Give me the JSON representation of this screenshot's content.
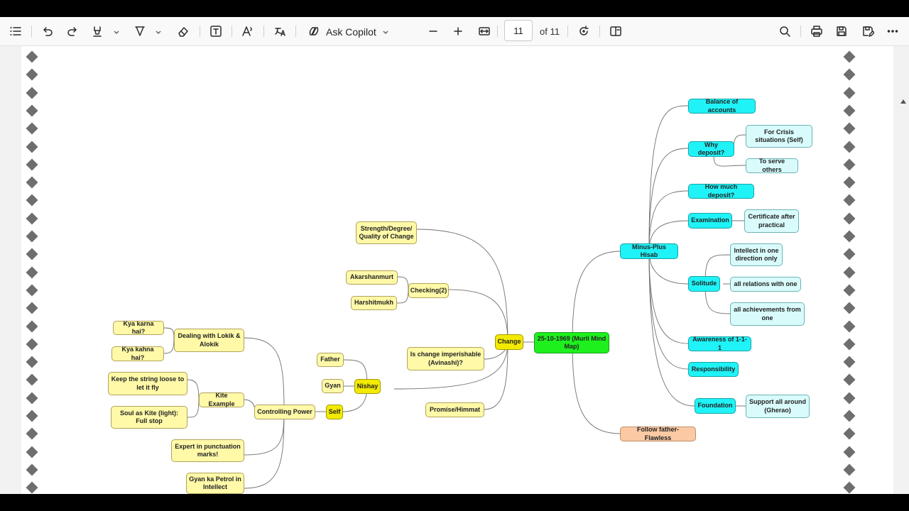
{
  "toolbar": {
    "ask_copilot_label": "Ask Copilot",
    "page_number": "11",
    "page_total_label": "of 11",
    "icons": [
      "list-icon",
      "undo-icon",
      "redo-icon",
      "highlight-icon",
      "draw-icon",
      "eraser-icon",
      "text-box-icon",
      "read-aloud-icon",
      "translate-icon",
      "copilot-icon",
      "zoom-out-icon",
      "zoom-in-icon",
      "fit-page-icon",
      "rotate-icon",
      "page-view-icon",
      "search-icon",
      "print-icon",
      "save-icon",
      "save-as-icon",
      "more-icon"
    ]
  },
  "mindmap": {
    "center": "25-10-1969 (Murli Mind Map)",
    "change": "Change",
    "change_children": {
      "strength": "Strength/Degree/ Quality of Change",
      "checking": "Checking(2)",
      "akarshanmurt": "Akarshanmurt",
      "harshitmukh": "Harshitmukh",
      "imperishable": "Is change imperishable (Avinashi)?",
      "promise": "Promise/Himmat",
      "nishay": "Nishay"
    },
    "nishay_children": {
      "father": "Father",
      "gyan": "Gyan",
      "self": "Self"
    },
    "controlling_power": "Controlling Power",
    "controlling_children": {
      "dealing": "Dealing with Lokik & Alokik",
      "kya_karna": "Kya karna hai?",
      "kya_kahna": "Kya kahna hai?",
      "kite_example": "Kite Example",
      "string_loose": "Keep the string loose to let it fly",
      "soul_kite": "Soul as Kite (light): Full stop",
      "punctuation": "Expert in punctuation marks!",
      "gyan_petrol": "Gyan ka Petrol in Intellect"
    },
    "minus_plus": "Minus-Plus Hisab",
    "minus_plus_children": {
      "balance": "Balance of accounts",
      "why_deposit": "Why deposit?",
      "crisis": "For Crisis situations (Self)",
      "serve_others": "To serve others",
      "how_much": "How much deposit?",
      "examination": "Examination",
      "certificate": "Certificate after practical",
      "solitude": "Solitude",
      "intellect_one": "Intellect in one direction only",
      "all_relations": "all relations with one",
      "all_achievements": "all achievements from one",
      "awareness": "Awareness of 1-1-1",
      "responsibility": "Responsibility",
      "foundation": "Foundation",
      "support": "Support all around (Gherao)"
    },
    "follow_father": "Follow father- Flawless"
  },
  "colors": {
    "center": "#1ef01e",
    "minus_plus_branch": "#1ff3f7",
    "sub_leaf": "#d9fbfc",
    "change_branch": "#fff9a8",
    "nishay_branch": "#f2ea00",
    "follow_father": "#fbc9a3"
  }
}
